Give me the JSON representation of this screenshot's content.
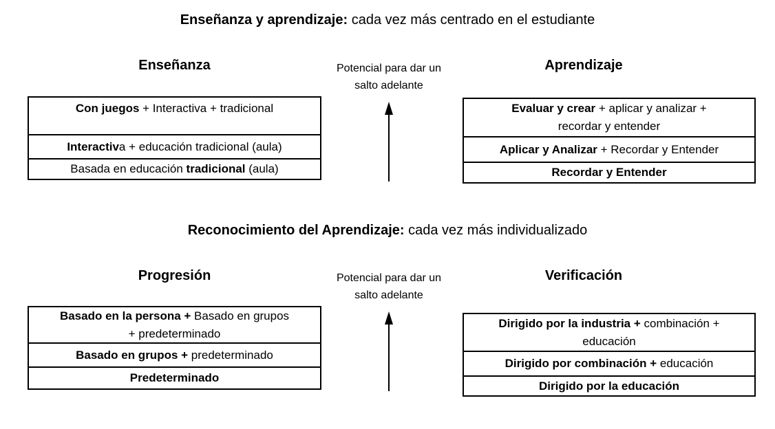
{
  "colors": {
    "background": "#ffffff",
    "text": "#000000",
    "border": "#000000"
  },
  "sections": [
    {
      "id": "ensenanza-y-aprendizaje",
      "title": [
        {
          "text": "Enseñanza y aprendizaje:",
          "bold": true
        },
        {
          "text": " cada vez más centrado en el estudiante",
          "bold": false
        }
      ],
      "left": {
        "header": "Enseñanza",
        "rows": [
          [
            {
              "text": "Con juegos",
              "bold": true
            },
            {
              "text": " + Interactiva + tradicional",
              "bold": false
            }
          ],
          [
            {
              "text": "Interactiv",
              "bold": true
            },
            {
              "text": "a + educación tradicional (aula)",
              "bold": false
            }
          ],
          [
            {
              "text": "Basada en educación ",
              "bold": false
            },
            {
              "text": "tradicional",
              "bold": true
            },
            {
              "text": " (aula)",
              "bold": false
            }
          ]
        ]
      },
      "middle": {
        "label_line1": "Potencial para dar un",
        "label_line2": "salto adelante",
        "arrow": "up-arrow"
      },
      "right": {
        "header": "Aprendizaje",
        "rows": [
          [
            {
              "text": "Evaluar y crear",
              "bold": true
            },
            {
              "text": " + aplicar y analizar +\nrecordar y entender",
              "bold": false
            }
          ],
          [
            {
              "text": "Aplicar y Analizar",
              "bold": true
            },
            {
              "text": " + Recordar y Entender",
              "bold": false
            }
          ],
          [
            {
              "text": "Recordar y Entender",
              "bold": true
            }
          ]
        ]
      }
    },
    {
      "id": "reconocimiento-del-aprendizaje",
      "title": [
        {
          "text": "Reconocimiento del Aprendizaje:",
          "bold": true
        },
        {
          "text": " cada vez más individualizado",
          "bold": false
        }
      ],
      "left": {
        "header": "Progresión",
        "rows": [
          [
            {
              "text": "Basado en la persona +",
              "bold": true
            },
            {
              "text": " Basado en grupos\n+ predeterminado",
              "bold": false
            }
          ],
          [
            {
              "text": "Basado en grupos +",
              "bold": true
            },
            {
              "text": " predeterminado",
              "bold": false
            }
          ],
          [
            {
              "text": "Predeterminado",
              "bold": true
            }
          ]
        ]
      },
      "middle": {
        "label_line1": "Potencial para dar un",
        "label_line2": "salto adelante",
        "arrow": "up-arrow"
      },
      "right": {
        "header": "Verificación",
        "rows": [
          [
            {
              "text": "Dirigido por la industria +",
              "bold": true
            },
            {
              "text": " combinación +\neducación",
              "bold": false
            }
          ],
          [
            {
              "text": "Dirigido por combinación +",
              "bold": true
            },
            {
              "text": " educación",
              "bold": false
            }
          ],
          [
            {
              "text": "Dirigido por la educación",
              "bold": true
            }
          ]
        ]
      }
    }
  ]
}
